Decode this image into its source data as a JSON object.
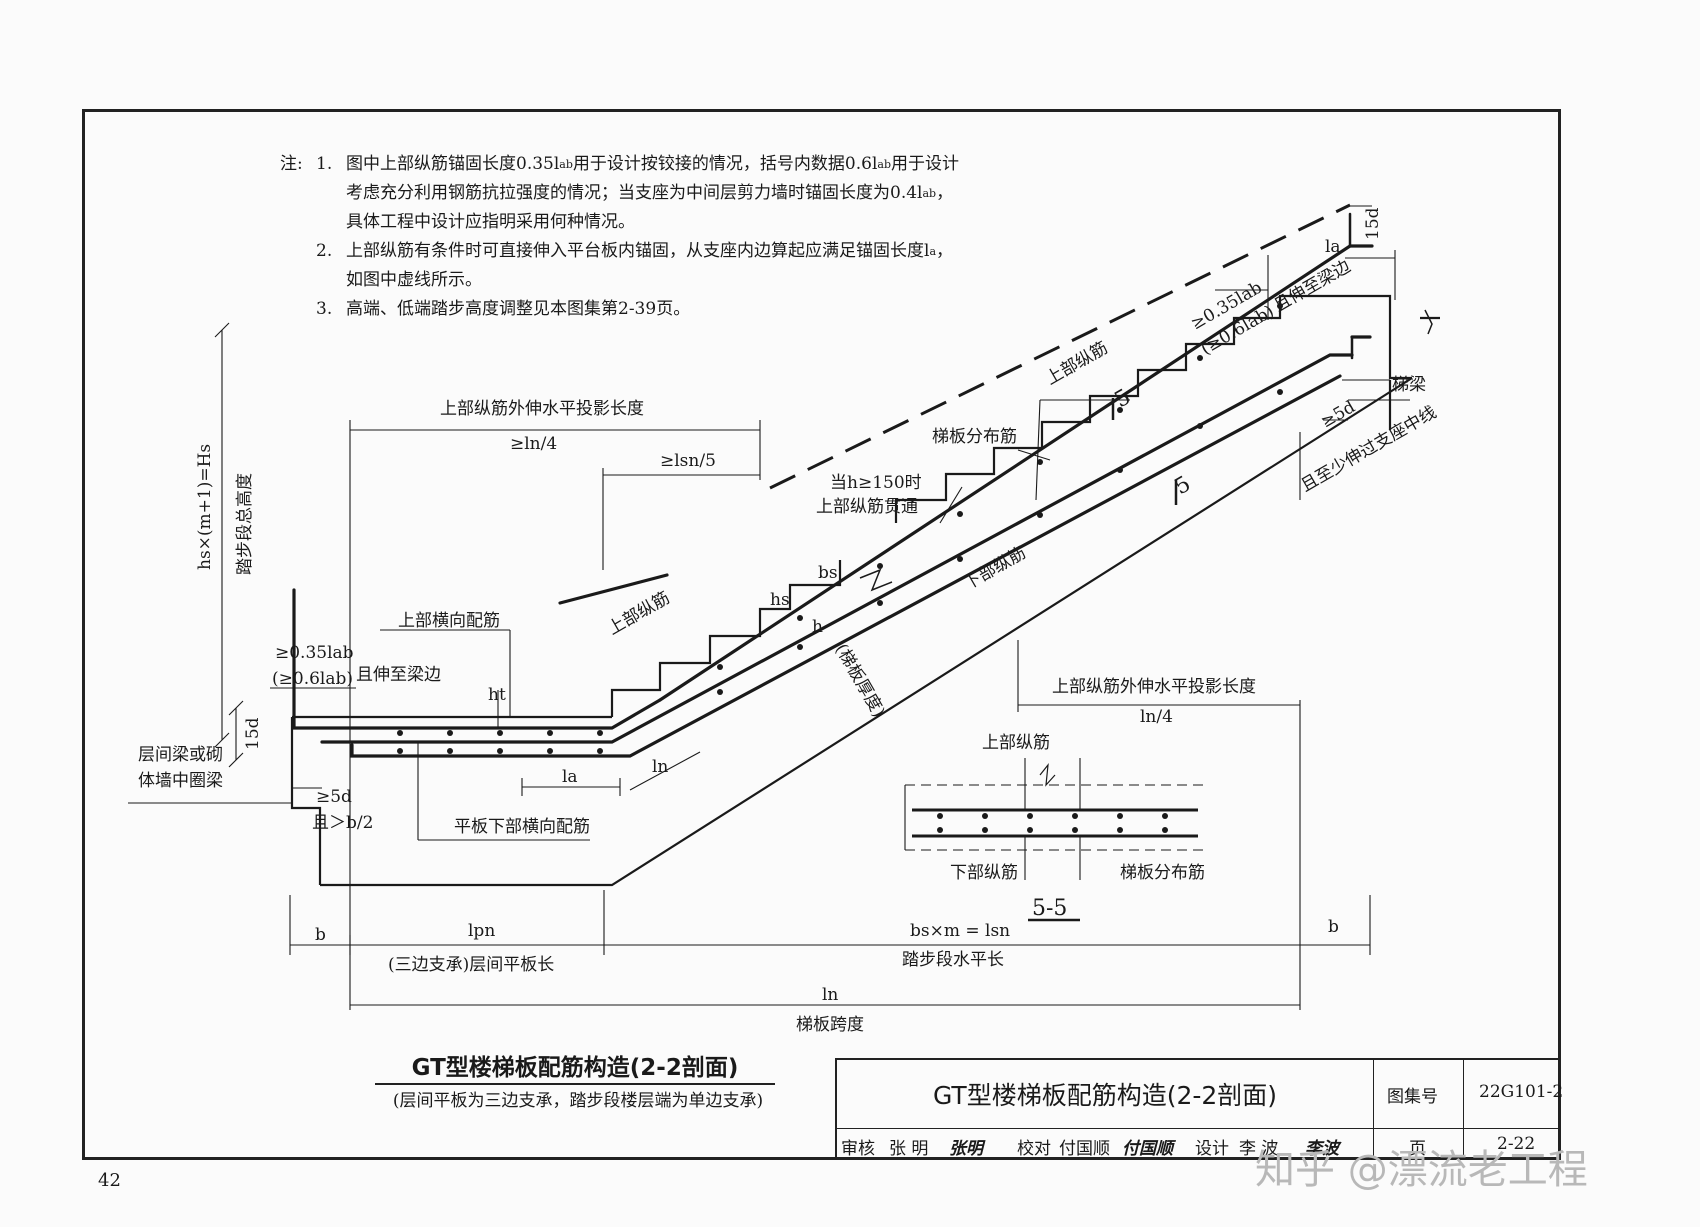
{
  "notes": {
    "lead": "注:",
    "items": [
      {
        "num": "1.",
        "lines": [
          "图中上部纵筋锚固长度0.35l",
          "ab",
          "用于设计按铰接的情况，括号内数据0.6l",
          "ab",
          "用于设计"
        ],
        "line2": "考虑充分利用钢筋抗拉强度的情况；当支座为中间层剪力墙时锚固长度为0.4l",
        "line2sub": "ab",
        "line2end": "，",
        "line3": "具体工程中设计应指明采用何种情况。"
      },
      {
        "num": "2.",
        "line1": "上部纵筋有条件时可直接伸入平台板内锚固，从支座内边算起应满足锚固长度l",
        "line1sub": "a",
        "line1end": "，",
        "line2": "如图中虚线所示。"
      },
      {
        "num": "3.",
        "line1": "高端、低端踏步高度调整见本图集第2-39页。"
      }
    ]
  },
  "labels": {
    "total_height_formula": "hs×(m+1)=Hs",
    "total_height_text": "踏步段总高度",
    "top_proj_left": "上部纵筋外伸水平投影长度",
    "top_proj_left_val": "≥ln/4",
    "lsn5": "≥lsn/5",
    "ge035_left": "≥0.35lab",
    "ge06_left": "(≥0.6lab)",
    "to_beam_edge_left": "且伸至梁边",
    "top_trans_bar": "上部横向配筋",
    "top_long_left": "上部纵筋",
    "ht": "ht",
    "d15_left": "15d",
    "beam_left_1": "层间梁或砌",
    "beam_left_2": "体墙中圈梁",
    "ge5d_left": "≥5d",
    "gt_b2": "且＞b/2",
    "la_left": "la",
    "ln_left": "ln",
    "slab_bottom_trans": "平板下部横向配筋",
    "when_h150_1": "当h≥150时",
    "when_h150_2": "上部纵筋贯通",
    "bs": "bs",
    "hs": "hs",
    "h": "h",
    "slab_thickness": "(梯板厚度)",
    "dist_bar": "梯板分布筋",
    "top_long_mid": "上部纵筋",
    "bottom_long": "下部纵筋",
    "sec5_a": "5",
    "sec5_b": "5",
    "d15_right": "15d",
    "la_right": "la",
    "to_beam_edge_right": "且伸至梁边",
    "ge035_right": "≥0.35lab",
    "ge06_right": "(≥0.6lab)",
    "stair_beam": "梯梁",
    "ge5d_right": "≥5d",
    "past_center": "且至少伸过支座中线",
    "top_proj_right": "上部纵筋外伸水平投影长度",
    "top_proj_right_val": "ln/4",
    "sec_top_long": "上部纵筋",
    "sec_bottom_long": "下部纵筋",
    "sec_dist_bar": "梯板分布筋",
    "sec_title": "5-5",
    "dim_b_left": "b",
    "dim_lpn": "lpn",
    "dim_lpn_text": "(三边支承)层间平板长",
    "dim_bsm": "bs×m = lsn",
    "dim_bsm_text": "踏步段水平长",
    "dim_b_right": "b",
    "dim_ln": "ln",
    "dim_ln_text": "梯板跨度"
  },
  "title": {
    "main": "GT型楼梯板配筋构造(2-2剖面)",
    "sub": "(层间平板为三边支承，踏步段楼层端为单边支承)"
  },
  "titleblock": {
    "name": "GT型楼梯板配筋构造(2-2剖面)",
    "atlas_label": "图集号",
    "atlas_no": "22G101-2",
    "review_label": "审核",
    "review_name": "张 明",
    "review_sig": "张明",
    "check_label": "校对",
    "check_name": "付国顺",
    "check_sig": "付国顺",
    "design_label": "设计",
    "design_name": "李 波",
    "design_sig": "李波",
    "page_label": "页",
    "page_no": "2-22"
  },
  "page_number": "42",
  "watermark": "知乎 @漂流老工程"
}
